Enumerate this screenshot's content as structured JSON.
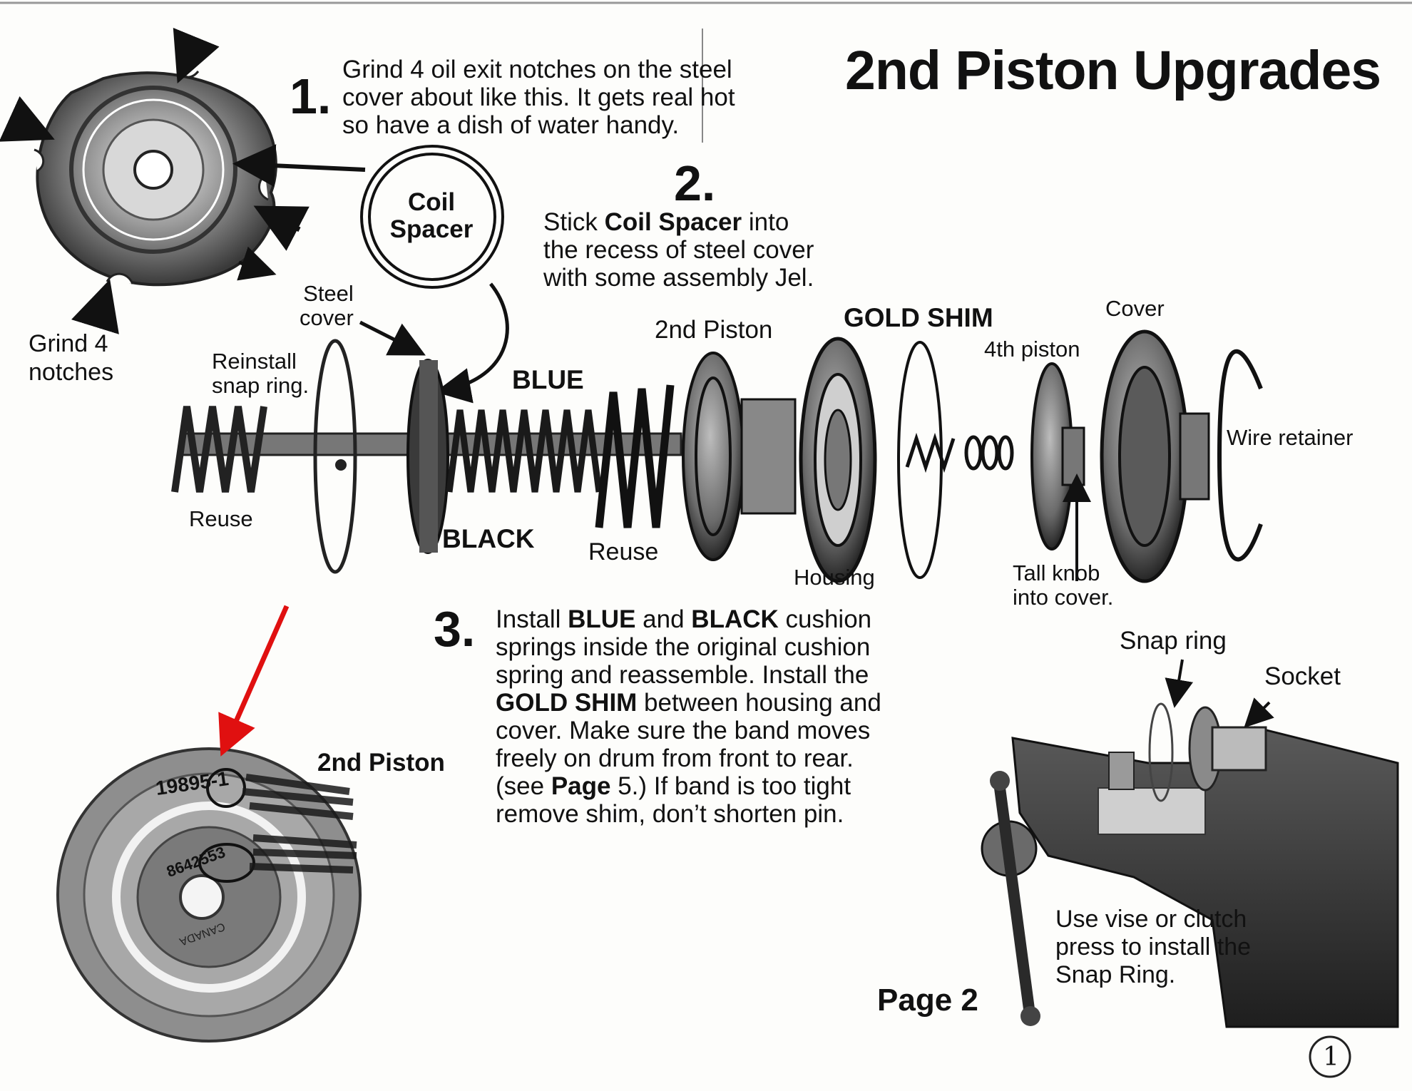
{
  "title": "2nd Piston Upgrades",
  "step1": {
    "number": "1.",
    "lines": [
      "Grind 4 oil exit notches on the steel",
      "cover about like this.  It gets real hot",
      "so have a dish of water handy."
    ]
  },
  "step2": {
    "number": "2.",
    "line1_pre": "Stick ",
    "line1_bold": "Coil Spacer",
    "line1_post": " into",
    "line2": "the recess of steel cover",
    "line3": "with some assembly Jel."
  },
  "step3": {
    "number": "3.",
    "l1_pre": "Install ",
    "l1_b1": "BLUE",
    "l1_mid": " and ",
    "l1_b2": "BLACK",
    "l1_post": " cushion",
    "l2": "springs inside the original cushion",
    "l3": "spring and reassemble.  Install the",
    "l4_b": "GOLD SHIM",
    "l4_post": " between housing and",
    "l5": "cover.  Make sure the band moves",
    "l6": "freely on drum from front to rear.",
    "l7_pre": "(see ",
    "l7_b": "Page",
    "l7_post": " 5.)  If band is too tight",
    "l8": "remove shim, don’t shorten pin."
  },
  "labels": {
    "coil_spacer_1": "Coil",
    "coil_spacer_2": "Spacer",
    "grind_1": "Grind 4",
    "grind_2": "notches",
    "steel_cover_1": "Steel",
    "steel_cover_2": "cover",
    "reinstall_1": "Reinstall",
    "reinstall_2": "snap ring.",
    "blue": "BLUE",
    "black": "BLACK",
    "reuse_left": "Reuse",
    "reuse_mid": "Reuse",
    "second_piston": "2nd Piston",
    "gold_shim": "GOLD SHIM",
    "fourth_piston": "4th piston",
    "cover": "Cover",
    "wire_retainer": "Wire retainer",
    "housing": "Housing",
    "tall_knob_1": "Tall knob",
    "tall_knob_2": "into cover.",
    "snap_ring": "Snap ring",
    "socket": "Socket",
    "vise_1": "Use vise or clutch",
    "vise_2": "press to install the",
    "vise_3": "Snap Ring.",
    "second_piston_photo": "2nd Piston",
    "page": "Page 2",
    "circled_page_number": "1"
  },
  "photo_markings": {
    "part_number_outer": "19895-1",
    "part_number_inner": "8642553",
    "stamp": "CANADA"
  },
  "colors": {
    "pointer_arrow": "#e01010",
    "ink": "#111111"
  }
}
